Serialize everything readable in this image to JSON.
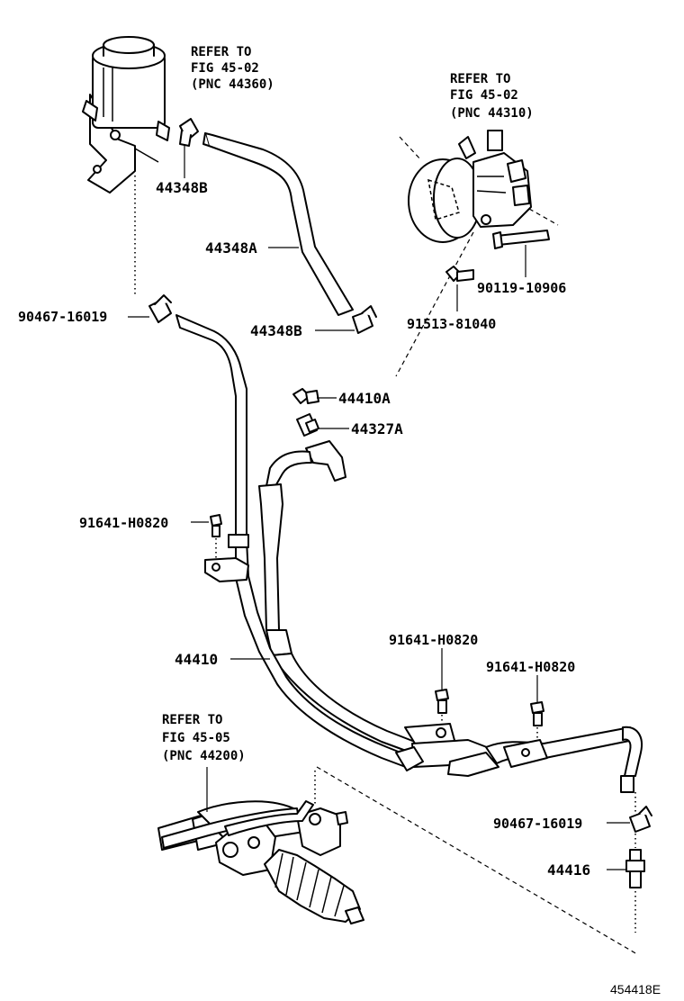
{
  "references": {
    "reservoir": [
      "REFER TO",
      "FIG 45-02",
      "(PNC 44360)"
    ],
    "pump": [
      "REFER TO",
      "FIG 45-02",
      "(PNC 44310)"
    ],
    "gear": [
      "REFER TO",
      "FIG 45-05",
      "(PNC 44200)"
    ]
  },
  "parts": {
    "clamp_upper": "44348B",
    "hose_upper": "44348A",
    "clamp_lower": "44348B",
    "clamp_left": "90467-16019",
    "pump_bolt": "90119-10906",
    "pump_stud": "91513-81040",
    "union_bolt": "44410A",
    "gasket": "44327A",
    "bolt_left": "91641-H0820",
    "tube_assembly": "44410",
    "bolt_mid": "91641-H0820",
    "bolt_right": "91641-H0820",
    "clamp_right": "90467-16019",
    "union": "44416"
  },
  "illustration_id": "454418E",
  "icons": [
    "reservoir-icon",
    "pump-icon",
    "steering-gear-icon",
    "hose-icon",
    "clamp-icon",
    "bolt-icon"
  ]
}
